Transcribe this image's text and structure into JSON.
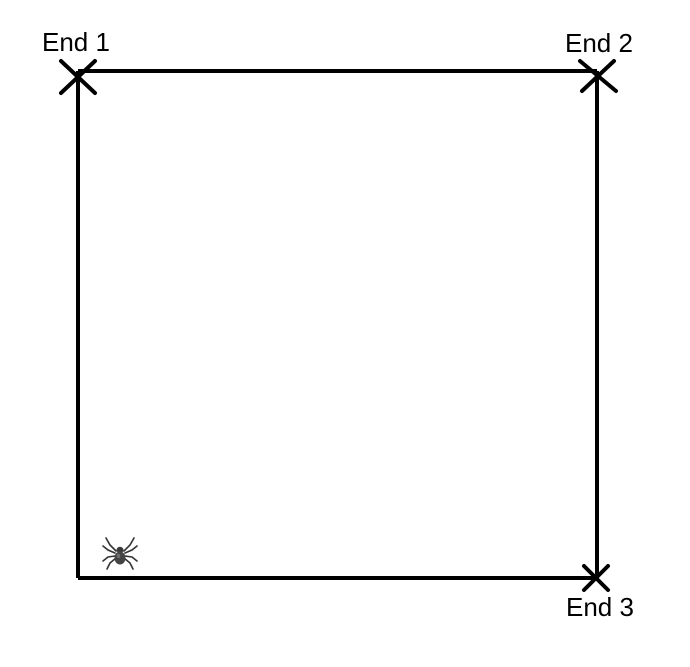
{
  "diagram": {
    "ends": [
      {
        "id": "end-1",
        "label": "End 1"
      },
      {
        "id": "end-2",
        "label": "End 2"
      },
      {
        "id": "end-3",
        "label": "End 3"
      }
    ],
    "spider_icon": "spider-icon",
    "line_color": "#000000",
    "spider_color": "#333333"
  }
}
